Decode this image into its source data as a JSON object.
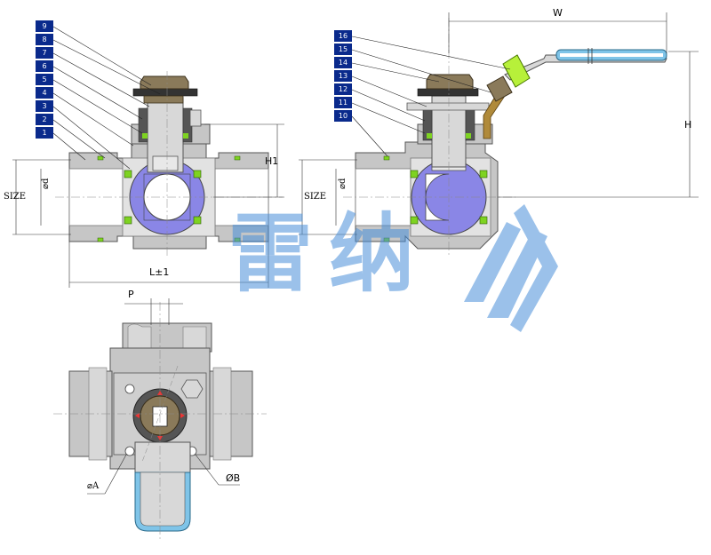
{
  "colors": {
    "label_box": "#0a2a8c",
    "body": "#c4c4c4",
    "ball": "#8a86e6",
    "seal": "#7ed321",
    "stem": "#d8d8d8",
    "handle": "#7fc4e8",
    "nut": "#8a7a5a",
    "watermark": "#4a90d9"
  },
  "left_view": {
    "part_numbers": [
      "9",
      "8",
      "7",
      "6",
      "5",
      "4",
      "3",
      "2",
      "1"
    ],
    "dims": {
      "h1": "H1",
      "size": "SIZE",
      "d": "⌀d",
      "length": "L±1"
    }
  },
  "right_view": {
    "part_numbers": [
      "16",
      "15",
      "14",
      "13",
      "12",
      "11",
      "10"
    ],
    "dims": {
      "w": "W",
      "h": "H",
      "size": "SIZE",
      "d": "⌀d"
    }
  },
  "bottom_view": {
    "dims": {
      "p": "P",
      "a": "⌀A",
      "b": "ØB"
    }
  },
  "watermark": {
    "text": "雷纳"
  }
}
